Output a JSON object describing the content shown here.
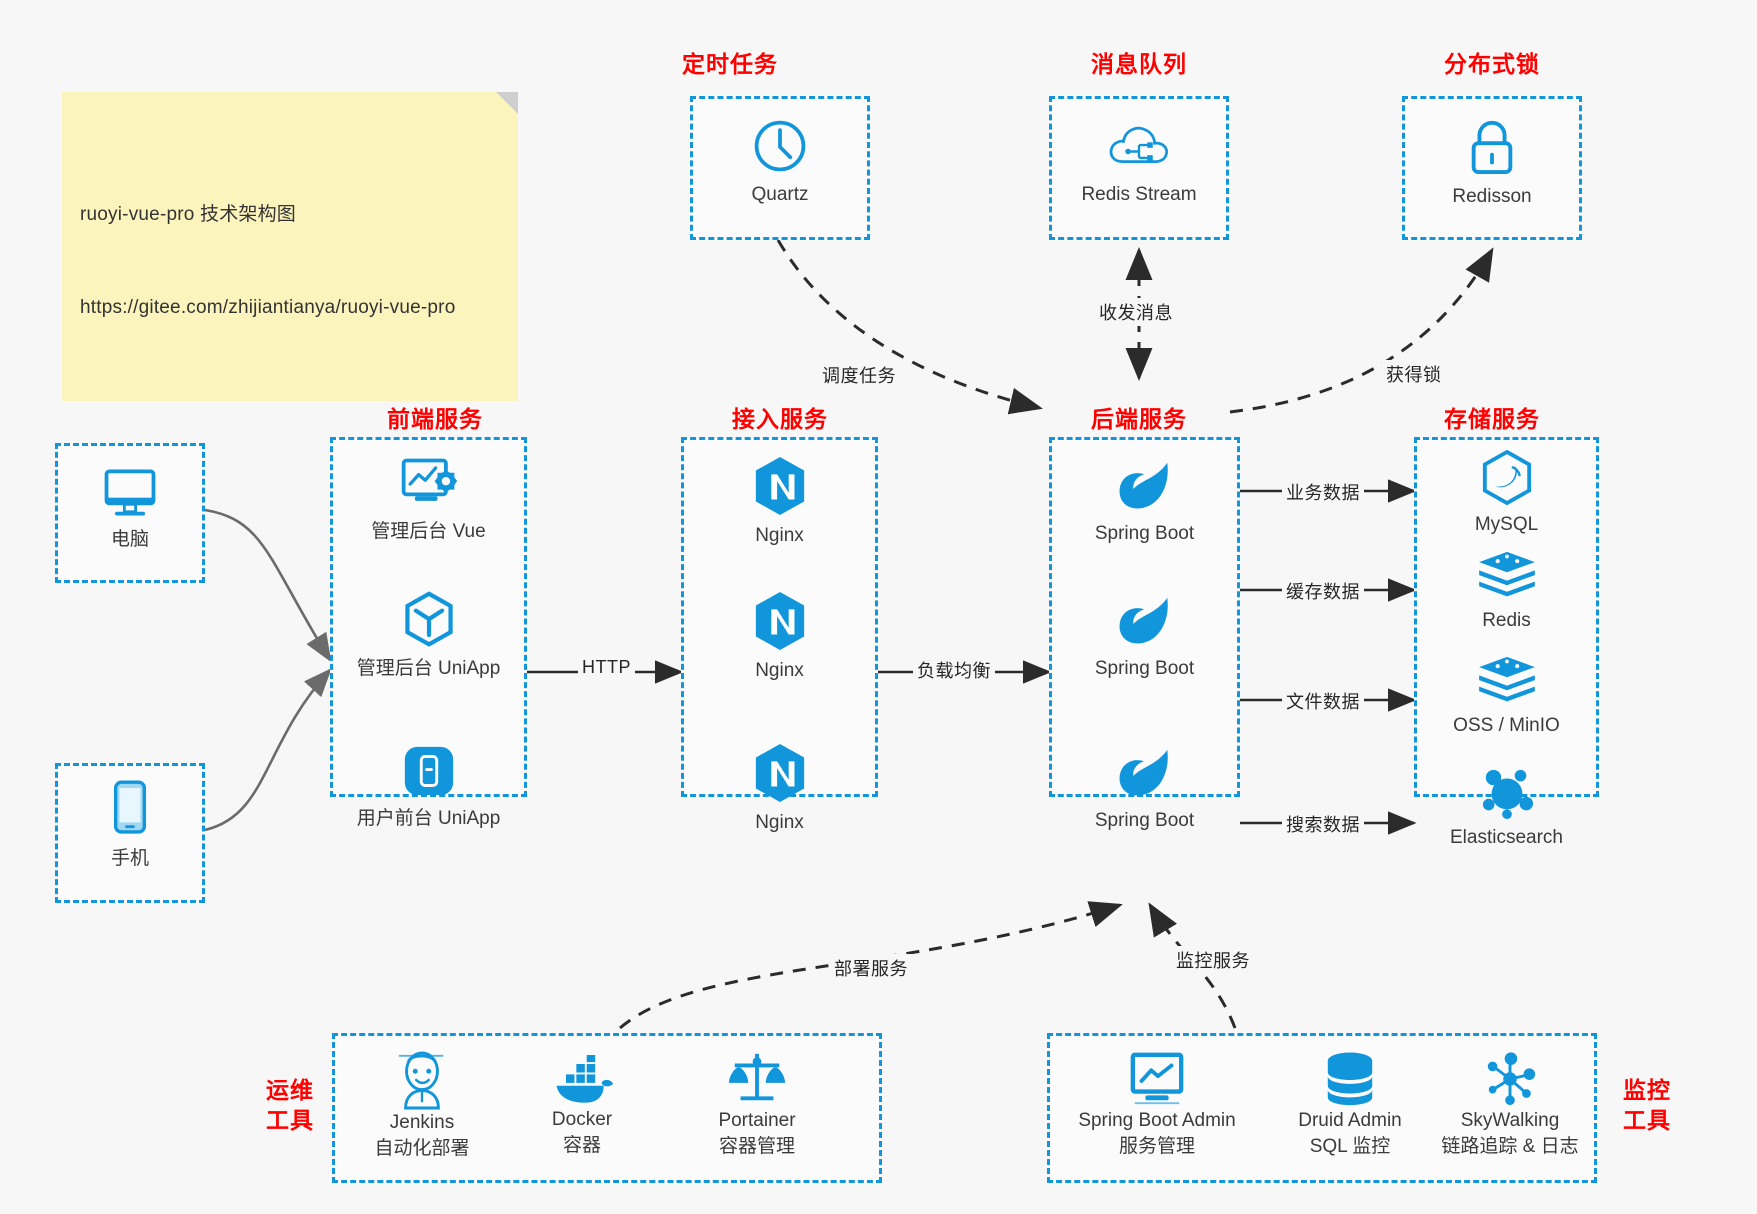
{
  "note": {
    "line1": "ruoyi-vue-pro 技术架构图",
    "line2": "https://gitee.com/zhijiantianya/ruoyi-vue-pro"
  },
  "groups": {
    "scheduler": "定时任务",
    "mq": "消息队列",
    "lock": "分布式锁",
    "frontend": "前端服务",
    "gateway": "接入服务",
    "backend": "后端服务",
    "storage": "存储服务",
    "devops_line1": "运维",
    "devops_line2": "工具",
    "monitor_line1": "监控",
    "monitor_line2": "工具"
  },
  "nodes": {
    "quartz": {
      "label": "Quartz",
      "icon": "clock-icon"
    },
    "redis_stream": {
      "label": "Redis Stream",
      "icon": "cloud-network-icon"
    },
    "redisson": {
      "label": "Redisson",
      "icon": "lock-icon"
    },
    "pc": {
      "label": "电脑",
      "icon": "desktop-monitor-icon"
    },
    "phone": {
      "label": "手机",
      "icon": "mobile-phone-icon"
    },
    "admin_vue": {
      "label": "管理后台 Vue",
      "icon": "dashboard-screen-icon"
    },
    "admin_uniapp": {
      "label": "管理后台 UniApp",
      "icon": "cube-icon"
    },
    "user_uniapp": {
      "label": "用户前台 UniApp",
      "icon": "app-tile-icon"
    },
    "nginx1": {
      "label": "Nginx",
      "icon": "nginx-icon"
    },
    "nginx2": {
      "label": "Nginx",
      "icon": "nginx-icon"
    },
    "nginx3": {
      "label": "Nginx",
      "icon": "nginx-icon"
    },
    "boot1": {
      "label": "Spring Boot",
      "icon": "spring-leaf-icon"
    },
    "boot2": {
      "label": "Spring Boot",
      "icon": "spring-leaf-icon"
    },
    "boot3": {
      "label": "Spring Boot",
      "icon": "spring-leaf-icon"
    },
    "mysql": {
      "label": "MySQL",
      "icon": "mysql-dolphin-icon"
    },
    "redis": {
      "label": "Redis",
      "icon": "redis-stack-icon"
    },
    "oss": {
      "label": "OSS / MinIO",
      "icon": "redis-stack-icon"
    },
    "es": {
      "label": "Elasticsearch",
      "icon": "elasticsearch-icon"
    },
    "jenkins": {
      "label": "Jenkins",
      "sub": "自动化部署",
      "icon": "jenkins-butler-icon"
    },
    "docker": {
      "label": "Docker",
      "sub": "容器",
      "icon": "docker-whale-icon"
    },
    "portainer": {
      "label": "Portainer",
      "sub": "容器管理",
      "icon": "scales-icon"
    },
    "sba": {
      "label": "Spring Boot Admin",
      "sub": "服务管理",
      "icon": "monitor-chart-icon"
    },
    "druid": {
      "label": "Druid Admin",
      "sub": "SQL 监控",
      "icon": "database-icon"
    },
    "skywalking": {
      "label": "SkyWalking",
      "sub": "链路追踪 & 日志",
      "icon": "network-hub-icon"
    }
  },
  "edges": {
    "http": "HTTP",
    "loadbalance": "负载均衡",
    "schedule_task": "调度任务",
    "send_receive_msg": "收发消息",
    "acquire_lock": "获得锁",
    "business_data": "业务数据",
    "cache_data": "缓存数据",
    "file_data": "文件数据",
    "search_data": "搜索数据",
    "deploy_service": "部署服务",
    "monitor_service": "监控服务"
  },
  "colors": {
    "accent": "#1296db",
    "title": "#fe0000",
    "note_bg": "#fbf4bd",
    "background": "#f7f7f7",
    "text": "#3b3b3b"
  }
}
